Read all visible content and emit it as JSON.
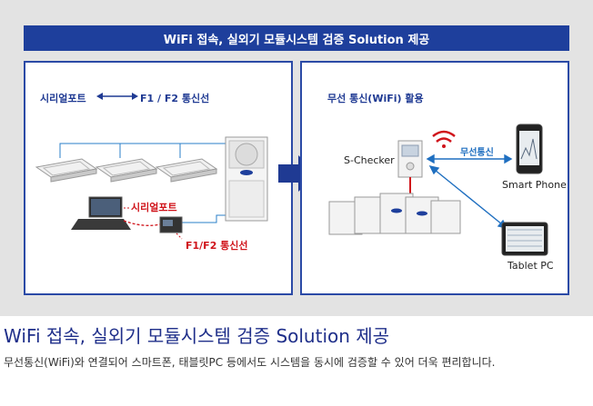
{
  "header": {
    "title": "WiFi 접속, 실외기 모듈시스템 검증 Solution 제공"
  },
  "left_panel": {
    "legend_left": "시리얼포트",
    "legend_right": "F1 / F2 통신선",
    "serial_label": "시리얼포트",
    "f1f2_label": "F1/F2 통신선"
  },
  "right_panel": {
    "title": "무선 통신(WiFi) 활용",
    "checker_label": "S-Checker",
    "wireless_label": "무선통신",
    "smartphone_label": "Smart Phone",
    "tablet_label": "Tablet PC"
  },
  "caption": {
    "title": "WiFi 접속, 실외기 모듈시스템 검증 Solution 제공",
    "description": "무선통신(WiFi)와 연결되어 스마트폰, 태블릿PC 등에서도 시스템을 동시에 검증할 수 있어 더욱 편리합니다."
  },
  "colors": {
    "brand_blue": "#1e3f9c",
    "accent_red": "#d0141b",
    "link_blue": "#1f6fc0"
  }
}
